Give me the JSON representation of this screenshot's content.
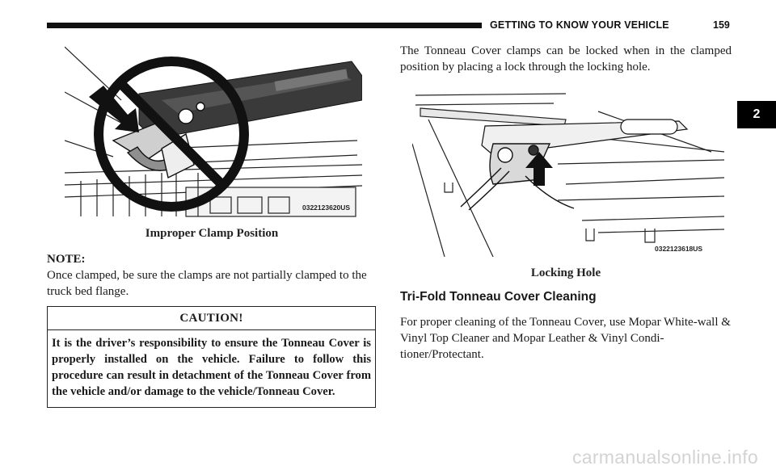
{
  "header": {
    "section_title": "GETTING TO KNOW YOUR VEHICLE",
    "page_number": "159",
    "chapter_tab": "2"
  },
  "left_column": {
    "figure1": {
      "image_code": "0322123620US",
      "caption": "Improper Clamp Position"
    },
    "note_heading": "NOTE:",
    "note_body": "Once clamped, be sure the clamps are not partially clamped to the truck bed flange.",
    "caution": {
      "title": "CAUTION!",
      "body": "It is the driver’s responsibility to ensure the Tonneau Cover is properly installed on the vehicle. Failure to follow this procedure can result in detachment of the Tonneau Cover from the vehicle and/or damage to the vehicle/Tonneau Cover."
    }
  },
  "right_column": {
    "intro": "The Tonneau Cover clamps can be locked when in the clamped position by placing a lock through the locking hole.",
    "figure2": {
      "image_code": "0322123618US",
      "caption": "Locking Hole"
    },
    "section_heading": "Tri-Fold Tonneau Cover Cleaning",
    "cleaning_text": "For proper cleaning of the Tonneau Cover, use Mopar White-wall & Vinyl Top Cleaner and Mopar Leather & Vinyl Condi-tioner/Protectant."
  },
  "watermark": "carmanualsonline.info",
  "icons": {
    "prohibition": "prohibition-circle-icon",
    "arrow_left_figure": "down-arrow-icon",
    "arrow_right_figure": "up-arrow-icon"
  }
}
